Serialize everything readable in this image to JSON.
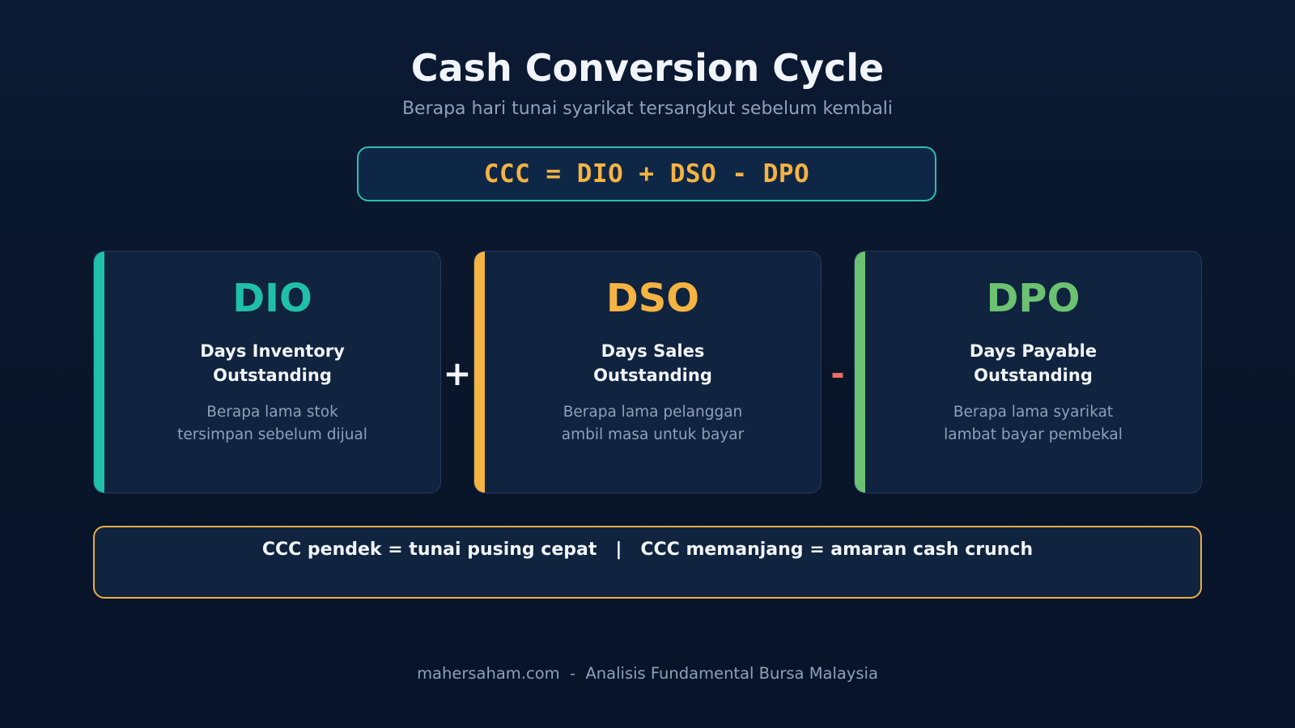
{
  "header": {
    "title": "Cash Conversion Cycle",
    "subtitle": "Berapa hari tunai syarikat tersangkut sebelum kembali"
  },
  "formula": {
    "text": "CCC = DIO + DSO - DPO",
    "color": "#f5b342",
    "border_color": "#2bbfae"
  },
  "cards": [
    {
      "abbr": "DIO",
      "name_line1": "Days Inventory",
      "name_line2": "Outstanding",
      "desc_line1": "Berapa lama stok",
      "desc_line2": "tersimpan sebelum dijual",
      "color": "#1fbfa9"
    },
    {
      "abbr": "DSO",
      "name_line1": "Days Sales",
      "name_line2": "Outstanding",
      "desc_line1": "Berapa lama pelanggan",
      "desc_line2": "ambil masa untuk bayar",
      "color": "#f5b342"
    },
    {
      "abbr": "DPO",
      "name_line1": "Days Payable",
      "name_line2": "Outstanding",
      "desc_line1": "Berapa lama syarikat",
      "desc_line2": "lambat bayar pembekal",
      "color": "#6cc270"
    }
  ],
  "operators": [
    {
      "symbol": "+",
      "color": "#f1f5f9"
    },
    {
      "symbol": "-",
      "color": "#e76f5c"
    }
  ],
  "note": {
    "text": "CCC pendek = tunai pusing cepat   |   CCC memanjang = amaran cash crunch",
    "border_color": "#e8ad45"
  },
  "footer": {
    "text": "mahersaham.com  -  Analisis Fundamental Bursa Malaysia"
  }
}
